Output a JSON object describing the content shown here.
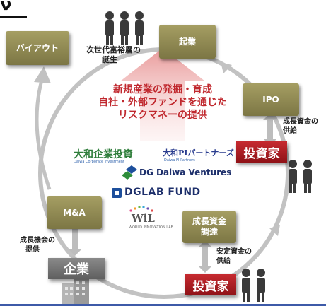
{
  "header": {
    "fragment": "ν"
  },
  "cycle": {
    "buyout": "バイアウト",
    "startup": "起業",
    "ipo": "IPO",
    "ma": "M&A",
    "growth_funding": [
      "成長資金",
      "調達"
    ]
  },
  "labels": {
    "next_generation": [
      "次世代富裕層の",
      "誕生"
    ],
    "growth_supply": [
      "成長資金の",
      "供給"
    ],
    "growth_opportunity": [
      "成長機会の",
      "提供"
    ],
    "stable_supply": [
      "安定資金の",
      "供給"
    ]
  },
  "center": {
    "line1": "新規産業の発掘・育成",
    "line2": "自社・外部ファンドを通じた",
    "line3": "リスクマネーの提供"
  },
  "actors": {
    "investor_right": "投資家",
    "investor_bottom": "投資家",
    "company": "企業"
  },
  "logos": {
    "daiwa_corporate": "大和企業投資",
    "daiwa_corporate_sub": "Daiwa Corporate Investment",
    "daiwa_pi": "大和PIパートナーズ",
    "daiwa_pi_sub": "Daiwa PI Partners",
    "dg_daiwa": "DG Daiwa Ventures",
    "dglab": "DGLAB FUND",
    "wil": "WiL",
    "wil_sub": "WORLD INNOVATION LAB"
  },
  "colors": {
    "olive": "#8e8850",
    "red": "#b01c22",
    "gray": "#6e6e6e",
    "arrow_pink": "#f3c9c9",
    "cycle_gray": "#b9b9b9",
    "logo_green": "#2e7d3a",
    "logo_blue": "#2a3d8f"
  }
}
